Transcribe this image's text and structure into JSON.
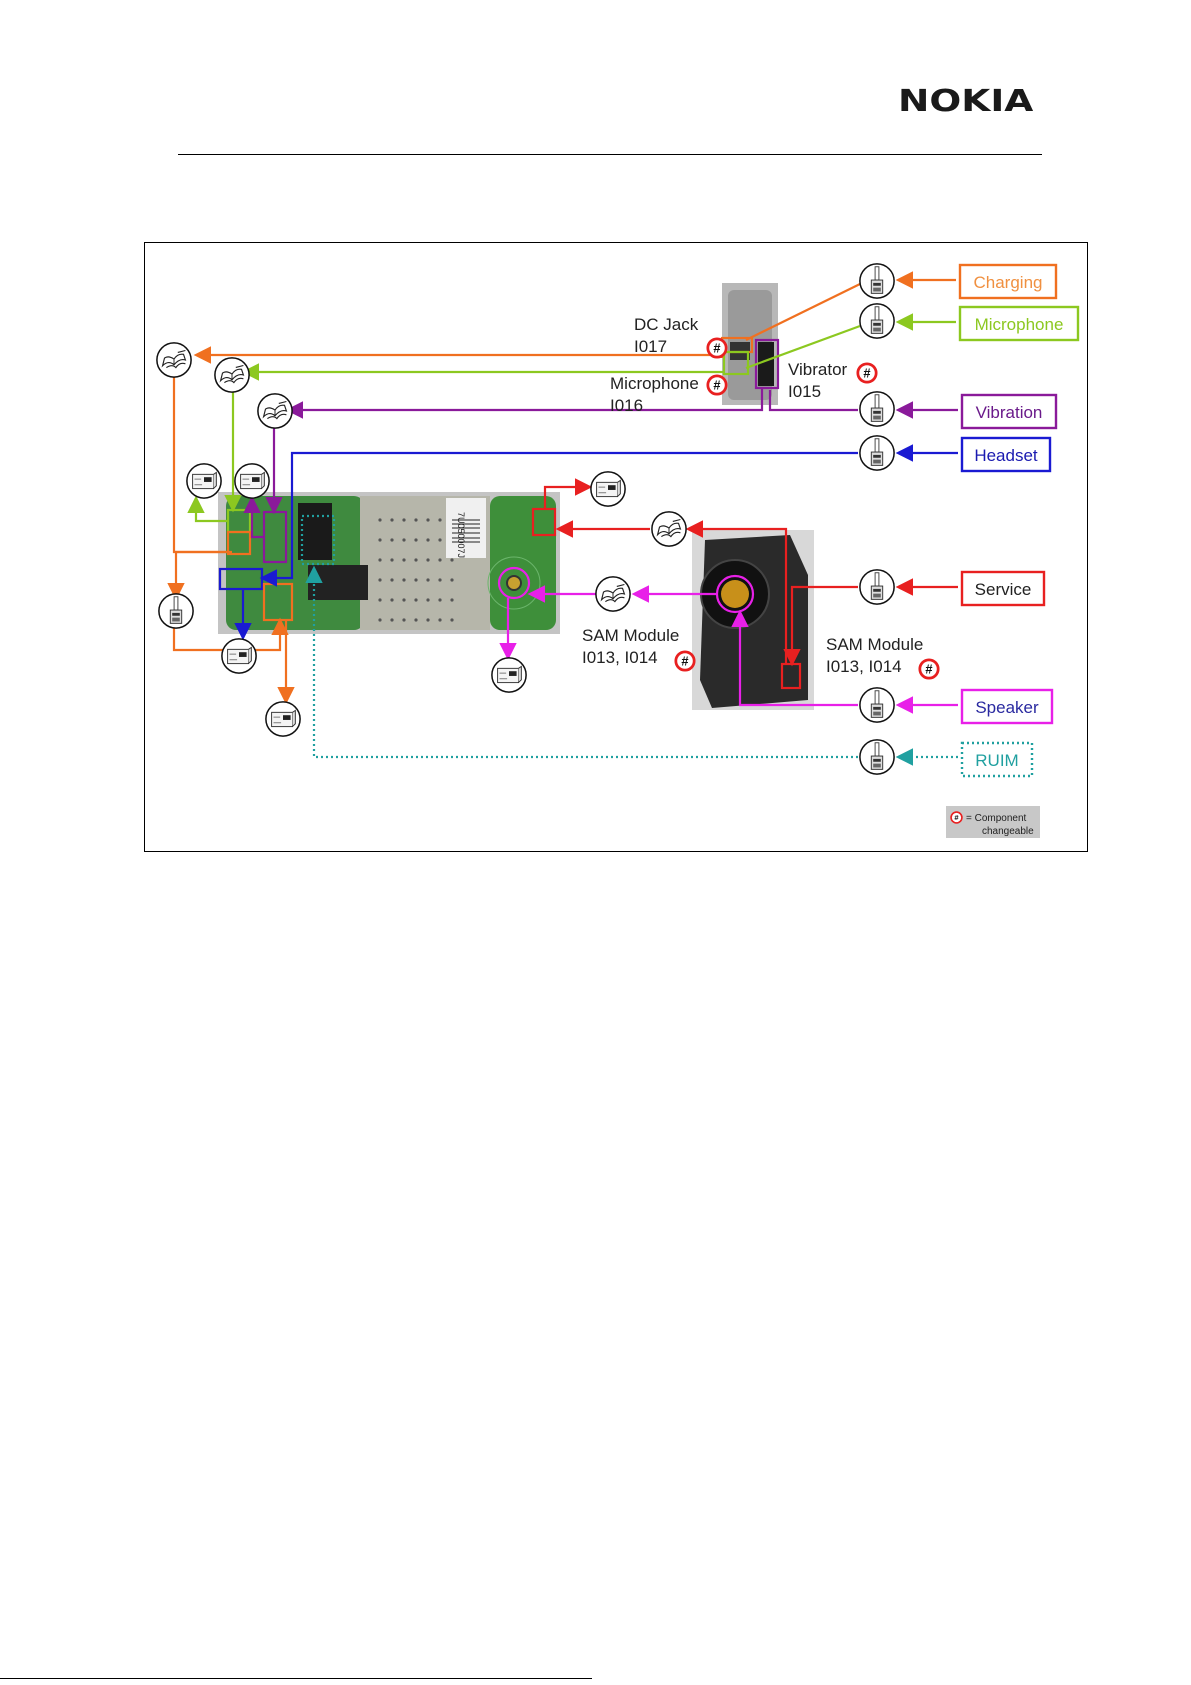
{
  "header": {
    "logo": "NOKIA"
  },
  "diagram": {
    "colors": {
      "charging": "#f07020",
      "microphone": "#8cc820",
      "vibration": "#8a1a9a",
      "headset": "#1a1ad2",
      "service": "#e82020",
      "speaker": "#e820e8",
      "ruim": "#20a0a0"
    },
    "label_boxes": [
      {
        "key": "charging",
        "text": "Charging"
      },
      {
        "key": "microphone",
        "text": "Microphone"
      },
      {
        "key": "vibration",
        "text": "Vibration"
      },
      {
        "key": "headset",
        "text": "Headset"
      },
      {
        "key": "service",
        "text": "Service"
      },
      {
        "key": "speaker",
        "text": "Speaker"
      },
      {
        "key": "ruim",
        "text": "RUIM"
      }
    ],
    "component_labels": {
      "dc_jack": {
        "name": "DC Jack",
        "code": "I017"
      },
      "microphone": {
        "name": "Microphone",
        "code": "I016"
      },
      "vibrator": {
        "name": "Vibrator",
        "code": "I015"
      },
      "sam_module_left": {
        "name": "SAM Module",
        "code": "I013, I014"
      },
      "sam_module_right": {
        "name": "SAM Module",
        "code": "I013, I014"
      }
    },
    "pcb_serial": "7U050007J",
    "changeable_marker": "#",
    "legend": {
      "symbol": "#",
      "line1": "= Component",
      "line2": "changeable"
    }
  }
}
